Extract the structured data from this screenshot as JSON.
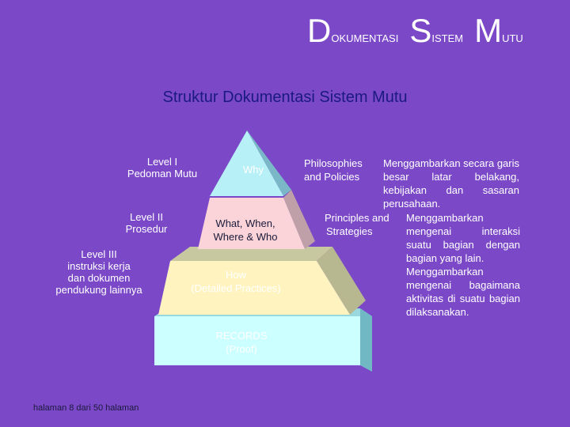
{
  "header": {
    "d": "D",
    "d_rest": "OKUMENTASI",
    "s": "S",
    "s_rest": "ISTEM",
    "m": "M",
    "m_rest": "UTU"
  },
  "subtitle": "Struktur Dokumentasi Sistem Mutu",
  "levels": [
    {
      "title": "Level I",
      "desc": "Pedoman Mutu"
    },
    {
      "title": "Level II",
      "desc": "Prosedur"
    },
    {
      "title": "Level III",
      "lines": [
        "instruksi kerja",
        "dan dokumen",
        "pendukung lainnya"
      ]
    }
  ],
  "pyramid": {
    "tier1": "Why",
    "tier2_line1": "What, When,",
    "tier2_line2": "Where & Who",
    "tier3_line1": "How",
    "tier3_line2": "(Detailed Practices)",
    "base_line1": "RECORDS",
    "base_line2": "(Proof)"
  },
  "descriptions": {
    "philosophies_line1": "Philosophies",
    "philosophies_line2": "and Policies",
    "principles_line1": "Principles and",
    "principles_line2": "Strategies",
    "desc1": "Menggambarkan secara garis besar latar belakang, kebijakan dan sasaran perusahaan.",
    "desc2_first": "Menggambarkan",
    "desc2": "mengenai interaksi suatu bagian dengan bagian yang lain.",
    "desc3": "Menggambarkan mengenai bagaimana aktivitas di suatu bagian dilaksanakan."
  },
  "footer": "halaman 8  dari 50 halaman",
  "colors": {
    "background": "#7b48c8",
    "tier1_face": "#b8f0f8",
    "tier2_face": "#fad4d8",
    "tier3_face": "#fff4c0",
    "base_face": "#ccffff"
  }
}
